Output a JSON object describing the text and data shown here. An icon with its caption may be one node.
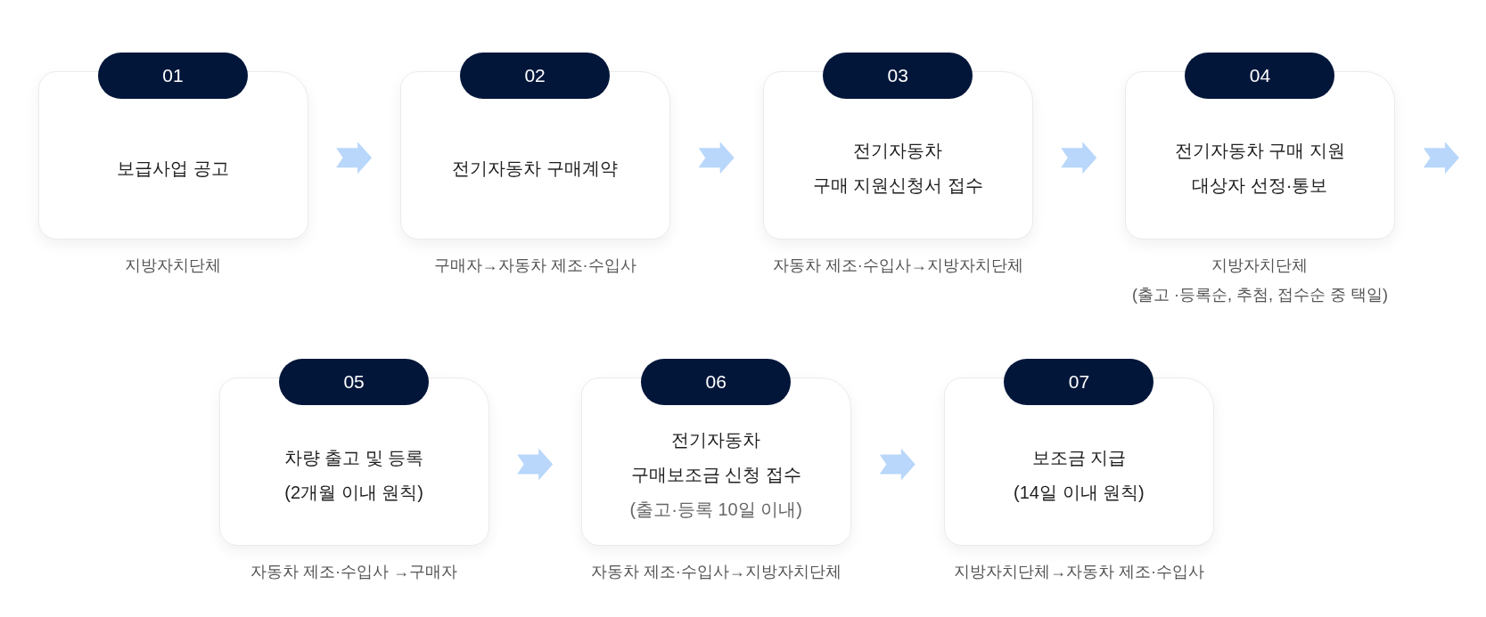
{
  "diagram": {
    "nodes": [
      {
        "text": [
          "01",
          "보급사업 공고"
        ],
        "beside": [
          "지방자치단체"
        ]
      },
      {
        "text": [
          "02",
          "전기자동차 구매계약"
        ],
        "beside": [
          "구매자→자동차 제조·수입사"
        ]
      },
      {
        "text": [
          "03",
          "전기자동차 구매 지원신청서 접수"
        ],
        "beside": [
          "자동차 제조·수입사→지방자치단체"
        ]
      },
      {
        "text": [
          "04",
          "전기자동차 구매 지원 대상자 선정·통보"
        ],
        "beside": [
          "지방자치단체 (출고 ·등록순, 추첨, 접수순 중 택일)"
        ]
      },
      {
        "text": [
          "05",
          "차량 출고 및 등록 (2개월 이내 원칙)"
        ],
        "beside": [
          "자동차 제조·수입사 →구매자"
        ]
      },
      {
        "text": [
          "06",
          "전기자동차 구매보조금 신청 접수",
          "(출고·등록 10일 이내)"
        ],
        "beside": [
          "자동차 제조·수입사→지방자치단체"
        ]
      },
      {
        "text": [
          "07",
          "보조금 지급 (14일 이내 원칙)"
        ],
        "beside": [
          "지방자치단체→자동차 제조·수입사"
        ]
      }
    ],
    "edges": [
      {
        "from": 0,
        "to": 1,
        "arrow": "to"
      },
      {
        "from": 1,
        "to": 2,
        "arrow": "to"
      },
      {
        "from": 2,
        "to": 3,
        "arrow": "to"
      },
      {
        "from": 3,
        "to": null,
        "arrow": "to"
      },
      {
        "from": 4,
        "to": 5,
        "arrow": "to"
      },
      {
        "from": 5,
        "to": 6,
        "arrow": "to"
      }
    ]
  }
}
